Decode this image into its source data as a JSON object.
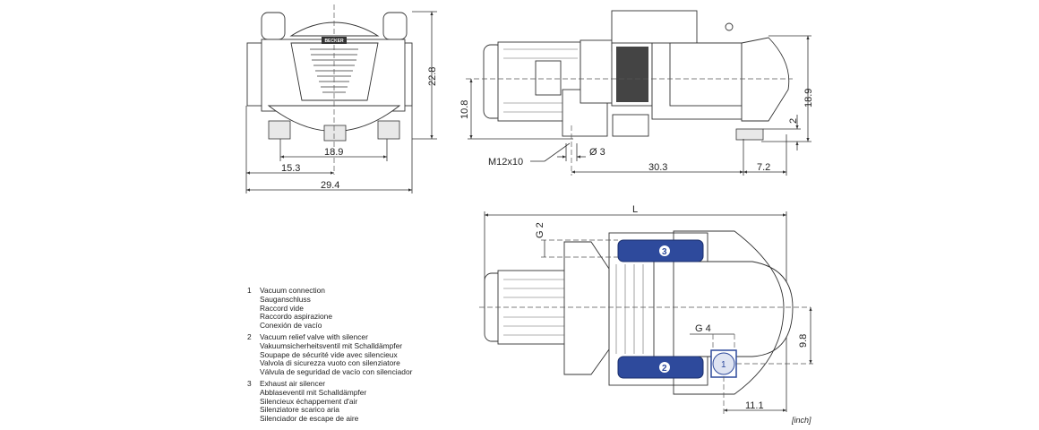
{
  "units_label": "[inch]",
  "brand_plate": "BECKER",
  "colors": {
    "silencer_highlight": "#2e4a9c",
    "line": "#333333"
  },
  "front_view": {
    "dims": {
      "height": "22.8",
      "foot_spacing": "18.9",
      "center_offset": "15.3",
      "width": "29.4"
    }
  },
  "side_view": {
    "dims": {
      "shaft_height": "10.8",
      "height": "18.9",
      "foot_height": "2",
      "foot_spacing": "30.3",
      "overhang": "7.2",
      "hole_diameter": "Ø 3",
      "thread": "M12x10"
    }
  },
  "top_view": {
    "dims": {
      "length": "L",
      "port_g2": "G 2",
      "port_g4": "G 4",
      "port_offset": "9.8",
      "port_distance": "11.1"
    },
    "callouts": [
      "1",
      "2",
      "3"
    ]
  },
  "legend": [
    {
      "num": "1",
      "lines": [
        "Vacuum connection",
        "Sauganschluss",
        "Raccord vide",
        "Raccordo aspirazione",
        "Conexión de vacío"
      ]
    },
    {
      "num": "2",
      "lines": [
        "Vacuum relief valve with silencer",
        "Vakuumsicherheitsventil mit Schalldämpfer",
        "Soupape de sécurité vide avec silencieux",
        "Valvola di sicurezza vuoto con silenziatore",
        "Válvula de seguridad de vacío con silenciador"
      ]
    },
    {
      "num": "3",
      "lines": [
        "Exhaust air silencer",
        "Abblaseventil mit Schalldämpfer",
        "Silencieux échappement d'air",
        "Silenziatore scarico aria",
        "Silenciador de escape de aire"
      ]
    }
  ]
}
